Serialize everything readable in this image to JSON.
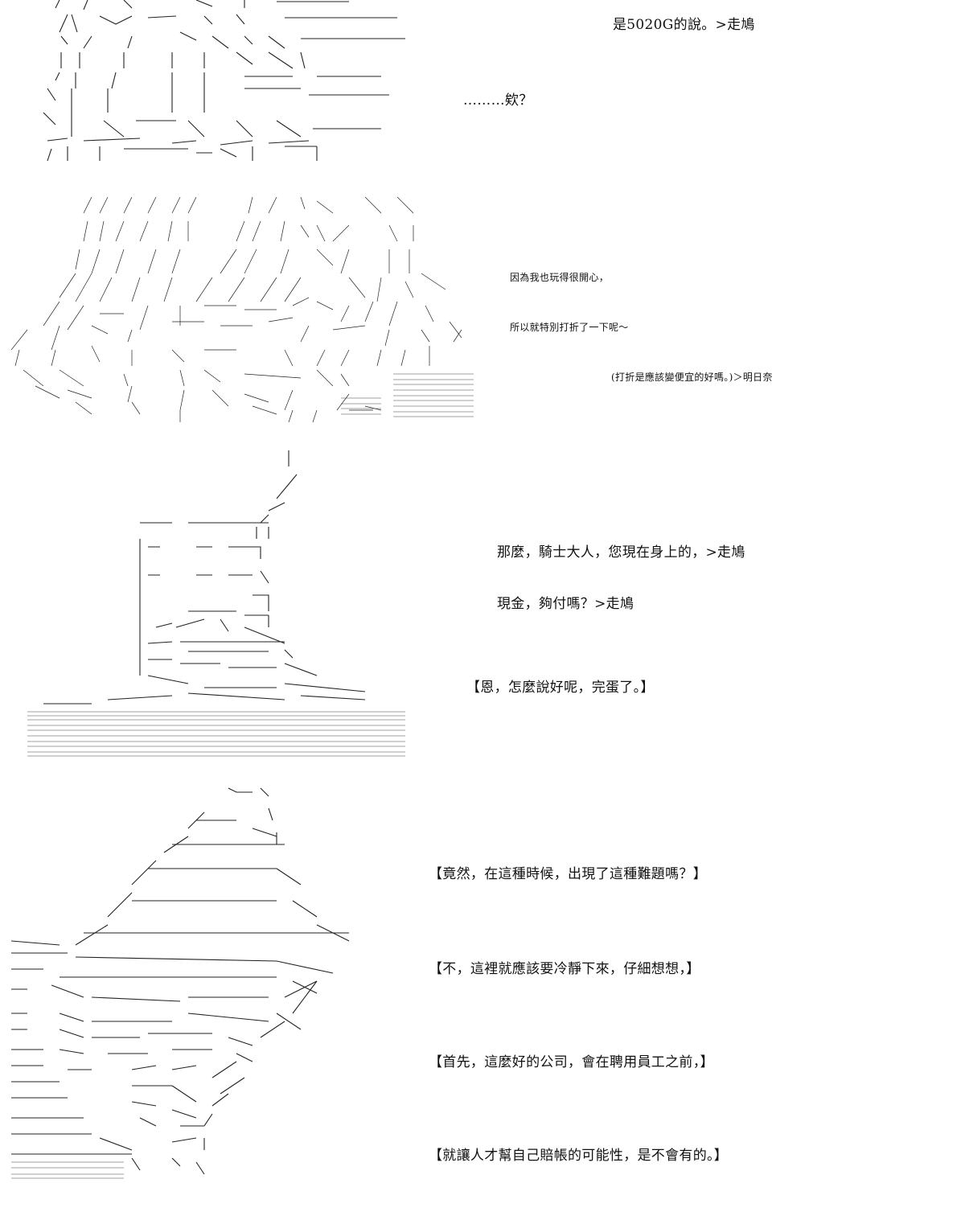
{
  "panels": [
    {
      "lines": [
        "是5020G的說。>走鳩",
        "………欸？"
      ]
    },
    {
      "lines": [
        "因為我也玩得很開心，",
        "所以就特別打折了一下呢～",
        "(打折是應該變便宜的好嗎。)＞明日奈"
      ]
    },
    {
      "lines": [
        "那麼，騎士大人，您現在身上的，>走鳩",
        "現金，夠付嗎？>走鳩",
        "【恩，怎麼說好呢，完蛋了。】"
      ]
    },
    {
      "lines": [
        "【竟然，在這種時候，出現了這種難題嗎？】",
        "【不，這裡就應該要冷靜下來，仔細想想，】",
        "【首先，這麼好的公司，會在聘用員工之前，】",
        "【就讓人才幫自己賠帳的可能性，是不會有的。】"
      ]
    }
  ]
}
